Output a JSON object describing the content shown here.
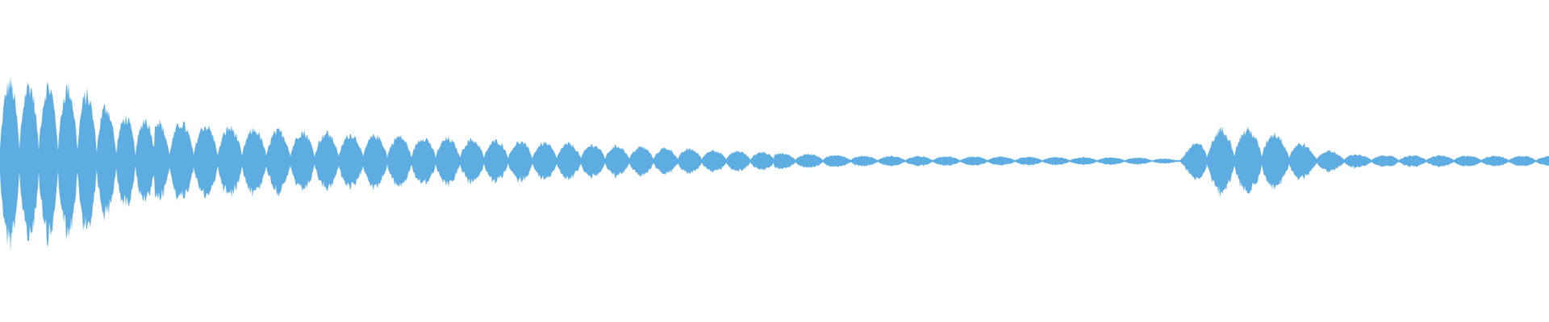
{
  "waveform": {
    "color": "#5dade2",
    "background": "#ffffff",
    "envelope": [
      {
        "t": 0.0,
        "amp": 0.95
      },
      {
        "t": 0.05,
        "amp": 0.88
      },
      {
        "t": 0.08,
        "amp": 0.52
      },
      {
        "t": 0.16,
        "amp": 0.38
      },
      {
        "t": 0.3,
        "amp": 0.26
      },
      {
        "t": 0.4,
        "amp": 0.18
      },
      {
        "t": 0.5,
        "amp": 0.1
      },
      {
        "t": 0.56,
        "amp": 0.06
      },
      {
        "t": 0.65,
        "amp": 0.05
      },
      {
        "t": 0.74,
        "amp": 0.04
      },
      {
        "t": 0.76,
        "amp": 0.02
      },
      {
        "t": 0.77,
        "amp": 0.2
      },
      {
        "t": 0.79,
        "amp": 0.4
      },
      {
        "t": 0.82,
        "amp": 0.35
      },
      {
        "t": 0.85,
        "amp": 0.14
      },
      {
        "t": 0.88,
        "amp": 0.07
      },
      {
        "t": 1.0,
        "amp": 0.06
      }
    ]
  }
}
